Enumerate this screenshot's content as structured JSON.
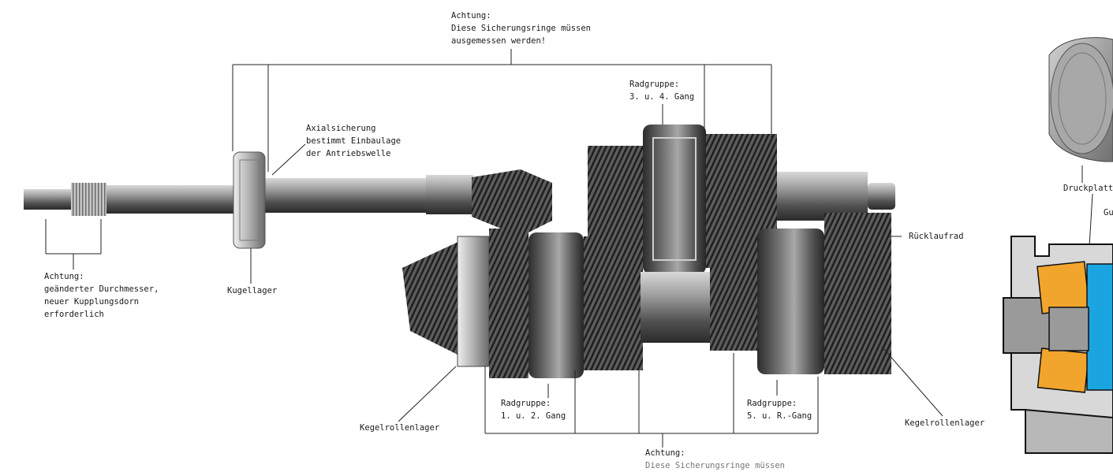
{
  "diagram": {
    "labels": {
      "warning_top": {
        "lines": [
          "Achtung:",
          "Diese Sicherungsringe müssen",
          "ausgemessen werden!"
        ]
      },
      "gear_group_3_4": {
        "lines": [
          "Radgruppe:",
          "3. u. 4. Gang"
        ]
      },
      "axial_retention": {
        "lines": [
          "Axialsicherung",
          "bestimmt Einbaulage",
          "der Antriebswelle"
        ]
      },
      "reverse_gear": {
        "lines": [
          "Rücklaufrad"
        ]
      },
      "warning_diameter": {
        "lines": [
          "Achtung:",
          "geänderter Durchmesser,",
          "neuer Kupplungsdorn",
          "erforderlich"
        ]
      },
      "ball_bearing": {
        "lines": [
          "Kugellager"
        ]
      },
      "gear_group_1_2": {
        "lines": [
          "Radgruppe:",
          "1. u. 2. Gang"
        ]
      },
      "gear_group_5_r": {
        "lines": [
          "Radgruppe:",
          "5. u. R.-Gang"
        ]
      },
      "tapered_bearing_left": {
        "lines": [
          "Kegelrollenlager"
        ]
      },
      "tapered_bearing_right": {
        "lines": [
          "Kegelrollenlager"
        ]
      },
      "warning_bottom": {
        "lines": [
          "Achtung:",
          "Diese Sicherungsringe müssen"
        ]
      },
      "pressure_plate": {
        "lines": [
          "Druckplatt"
        ]
      },
      "inset_fragment": {
        "lines": [
          "Gu"
        ]
      }
    },
    "colors": {
      "metal_dark": "#3a3a3a",
      "metal_mid": "#7a7a7a",
      "metal_light": "#c8c8c8",
      "inset_blue": "#1aa5e0",
      "inset_orange": "#f2a52c",
      "inset_grey": "#9a9a9a"
    }
  }
}
